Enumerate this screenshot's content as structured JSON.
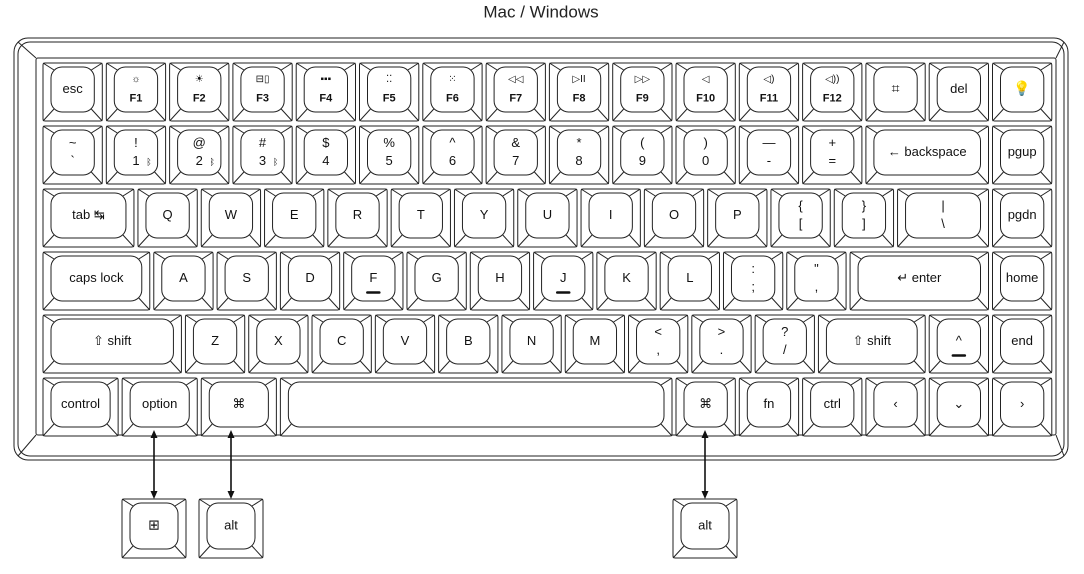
{
  "title": "Mac / Windows",
  "rows": [
    [
      {
        "label": "esc"
      },
      {
        "icon": "☼",
        "icon_name": "brightness-down-icon",
        "label": "F1"
      },
      {
        "icon": "☀",
        "icon_name": "brightness-up-icon",
        "label": "F2"
      },
      {
        "icon": "⊟▯",
        "icon_name": "mission-control-icon",
        "label": "F3"
      },
      {
        "icon": "▪▪▪",
        "icon_name": "launchpad-icon",
        "label": "F4"
      },
      {
        "icon": "⁚⁚",
        "icon_name": "backlight-down-icon",
        "label": "F5"
      },
      {
        "icon": "⁙",
        "icon_name": "backlight-up-icon",
        "label": "F6"
      },
      {
        "icon": "◁◁",
        "icon_name": "rewind-icon",
        "label": "F7"
      },
      {
        "icon": "▷II",
        "icon_name": "play-pause-icon",
        "label": "F8"
      },
      {
        "icon": "▷▷",
        "icon_name": "fast-forward-icon",
        "label": "F9"
      },
      {
        "icon": "◁",
        "icon_name": "mute-icon",
        "label": "F10"
      },
      {
        "icon": "◁)",
        "icon_name": "volume-down-icon",
        "label": "F11"
      },
      {
        "icon": "◁))",
        "icon_name": "volume-up-icon",
        "label": "F12"
      },
      {
        "icon": "⌗",
        "icon_name": "screenshot-crop-icon"
      },
      {
        "label": "del"
      },
      {
        "icon": "💡",
        "icon_name": "light-bulb-icon"
      }
    ],
    [
      {
        "top": "~",
        "bottom": "`"
      },
      {
        "top": "!",
        "bottom": "1",
        "icon": "ᛒ",
        "icon_name": "bluetooth-icon"
      },
      {
        "top": "@",
        "bottom": "2",
        "icon": "ᛒ",
        "icon_name": "bluetooth-icon"
      },
      {
        "top": "#",
        "bottom": "3",
        "icon": "ᛒ",
        "icon_name": "bluetooth-icon"
      },
      {
        "top": "$",
        "bottom": "4"
      },
      {
        "top": "%",
        "bottom": "5"
      },
      {
        "top": "^",
        "bottom": "6"
      },
      {
        "top": "&",
        "bottom": "7"
      },
      {
        "top": "*",
        "bottom": "8"
      },
      {
        "top": "(",
        "bottom": "9"
      },
      {
        "top": ")",
        "bottom": "0"
      },
      {
        "top": "—",
        "bottom": "-"
      },
      {
        "top": "+",
        "bottom": "="
      },
      {
        "label": "← backspace"
      },
      {
        "label": "pgup"
      }
    ],
    [
      {
        "label": "tab ↹"
      },
      {
        "label": "Q"
      },
      {
        "label": "W"
      },
      {
        "label": "E"
      },
      {
        "label": "R"
      },
      {
        "label": "T"
      },
      {
        "label": "Y"
      },
      {
        "label": "U"
      },
      {
        "label": "I"
      },
      {
        "label": "O"
      },
      {
        "label": "P"
      },
      {
        "top": "{",
        "bottom": "["
      },
      {
        "top": "}",
        "bottom": "]"
      },
      {
        "top": "|",
        "bottom": "\\"
      },
      {
        "label": "pgdn"
      }
    ],
    [
      {
        "label": "caps lock"
      },
      {
        "label": "A"
      },
      {
        "label": "S"
      },
      {
        "label": "D"
      },
      {
        "label": "F",
        "homing": true
      },
      {
        "label": "G"
      },
      {
        "label": "H"
      },
      {
        "label": "J",
        "homing": true
      },
      {
        "label": "K"
      },
      {
        "label": "L"
      },
      {
        "top": ":",
        "bottom": ";"
      },
      {
        "top": "\"",
        "bottom": ","
      },
      {
        "label": "↵ enter"
      },
      {
        "label": "home"
      }
    ],
    [
      {
        "label": "⇧ shift"
      },
      {
        "label": "Z"
      },
      {
        "label": "X"
      },
      {
        "label": "C"
      },
      {
        "label": "V"
      },
      {
        "label": "B"
      },
      {
        "label": "N"
      },
      {
        "label": "M"
      },
      {
        "top": "<",
        "bottom": ","
      },
      {
        "top": ">",
        "bottom": "."
      },
      {
        "top": "?",
        "bottom": "/"
      },
      {
        "label": "⇧ shift"
      },
      {
        "label": "^",
        "homing": true
      },
      {
        "label": "end"
      }
    ],
    [
      {
        "label": "control"
      },
      {
        "label": "option"
      },
      {
        "label": "⌘"
      },
      {
        "label": ""
      },
      {
        "label": "⌘"
      },
      {
        "label": "fn"
      },
      {
        "label": "ctrl"
      },
      {
        "label": "‹"
      },
      {
        "label": "⌄"
      },
      {
        "label": "›"
      }
    ]
  ],
  "alternates": [
    {
      "label": "⊞",
      "icon_name": "windows-logo-icon",
      "maps_to": "option"
    },
    {
      "label": "alt",
      "maps_to": "left-command"
    },
    {
      "label": "alt",
      "maps_to": "right-command"
    }
  ]
}
